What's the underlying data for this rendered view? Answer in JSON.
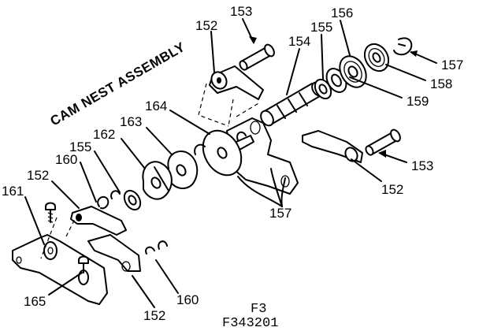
{
  "diagram": {
    "title": "CAM NEST ASSEMBLY",
    "figure": "F3",
    "code": "F343201",
    "callouts": [
      {
        "id": "c153a",
        "text": "153"
      },
      {
        "id": "c152a",
        "text": "152"
      },
      {
        "id": "c154",
        "text": "154"
      },
      {
        "id": "c155a",
        "text": "155"
      },
      {
        "id": "c156",
        "text": "156"
      },
      {
        "id": "c157a",
        "text": "157"
      },
      {
        "id": "c158",
        "text": "158"
      },
      {
        "id": "c159",
        "text": "159"
      },
      {
        "id": "c164",
        "text": "164"
      },
      {
        "id": "c163",
        "text": "163"
      },
      {
        "id": "c162",
        "text": "162"
      },
      {
        "id": "c155b",
        "text": "155"
      },
      {
        "id": "c160a",
        "text": "160"
      },
      {
        "id": "c152b",
        "text": "152"
      },
      {
        "id": "c161",
        "text": "161"
      },
      {
        "id": "c153b",
        "text": "153"
      },
      {
        "id": "c152c",
        "text": "152"
      },
      {
        "id": "c157b",
        "text": "157"
      },
      {
        "id": "c165",
        "text": "165"
      },
      {
        "id": "c160b",
        "text": "160"
      },
      {
        "id": "c152d",
        "text": "152"
      }
    ]
  }
}
